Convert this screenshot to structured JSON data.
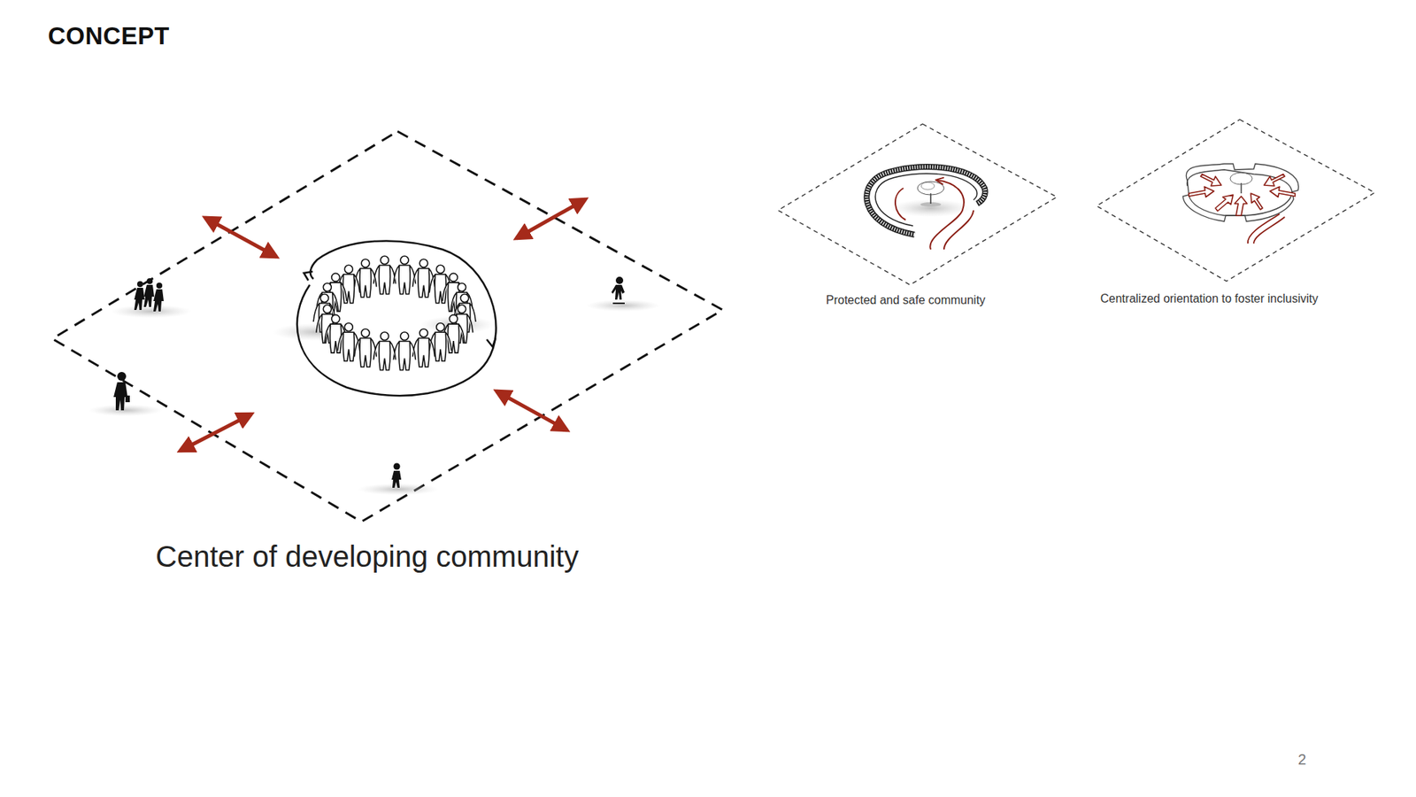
{
  "diagram": {
    "title": "CONCEPT",
    "labels": [
      "Center of developing community",
      "Protected and safe community",
      "Centralized orientation to foster inclusivity",
      "2"
    ]
  }
}
